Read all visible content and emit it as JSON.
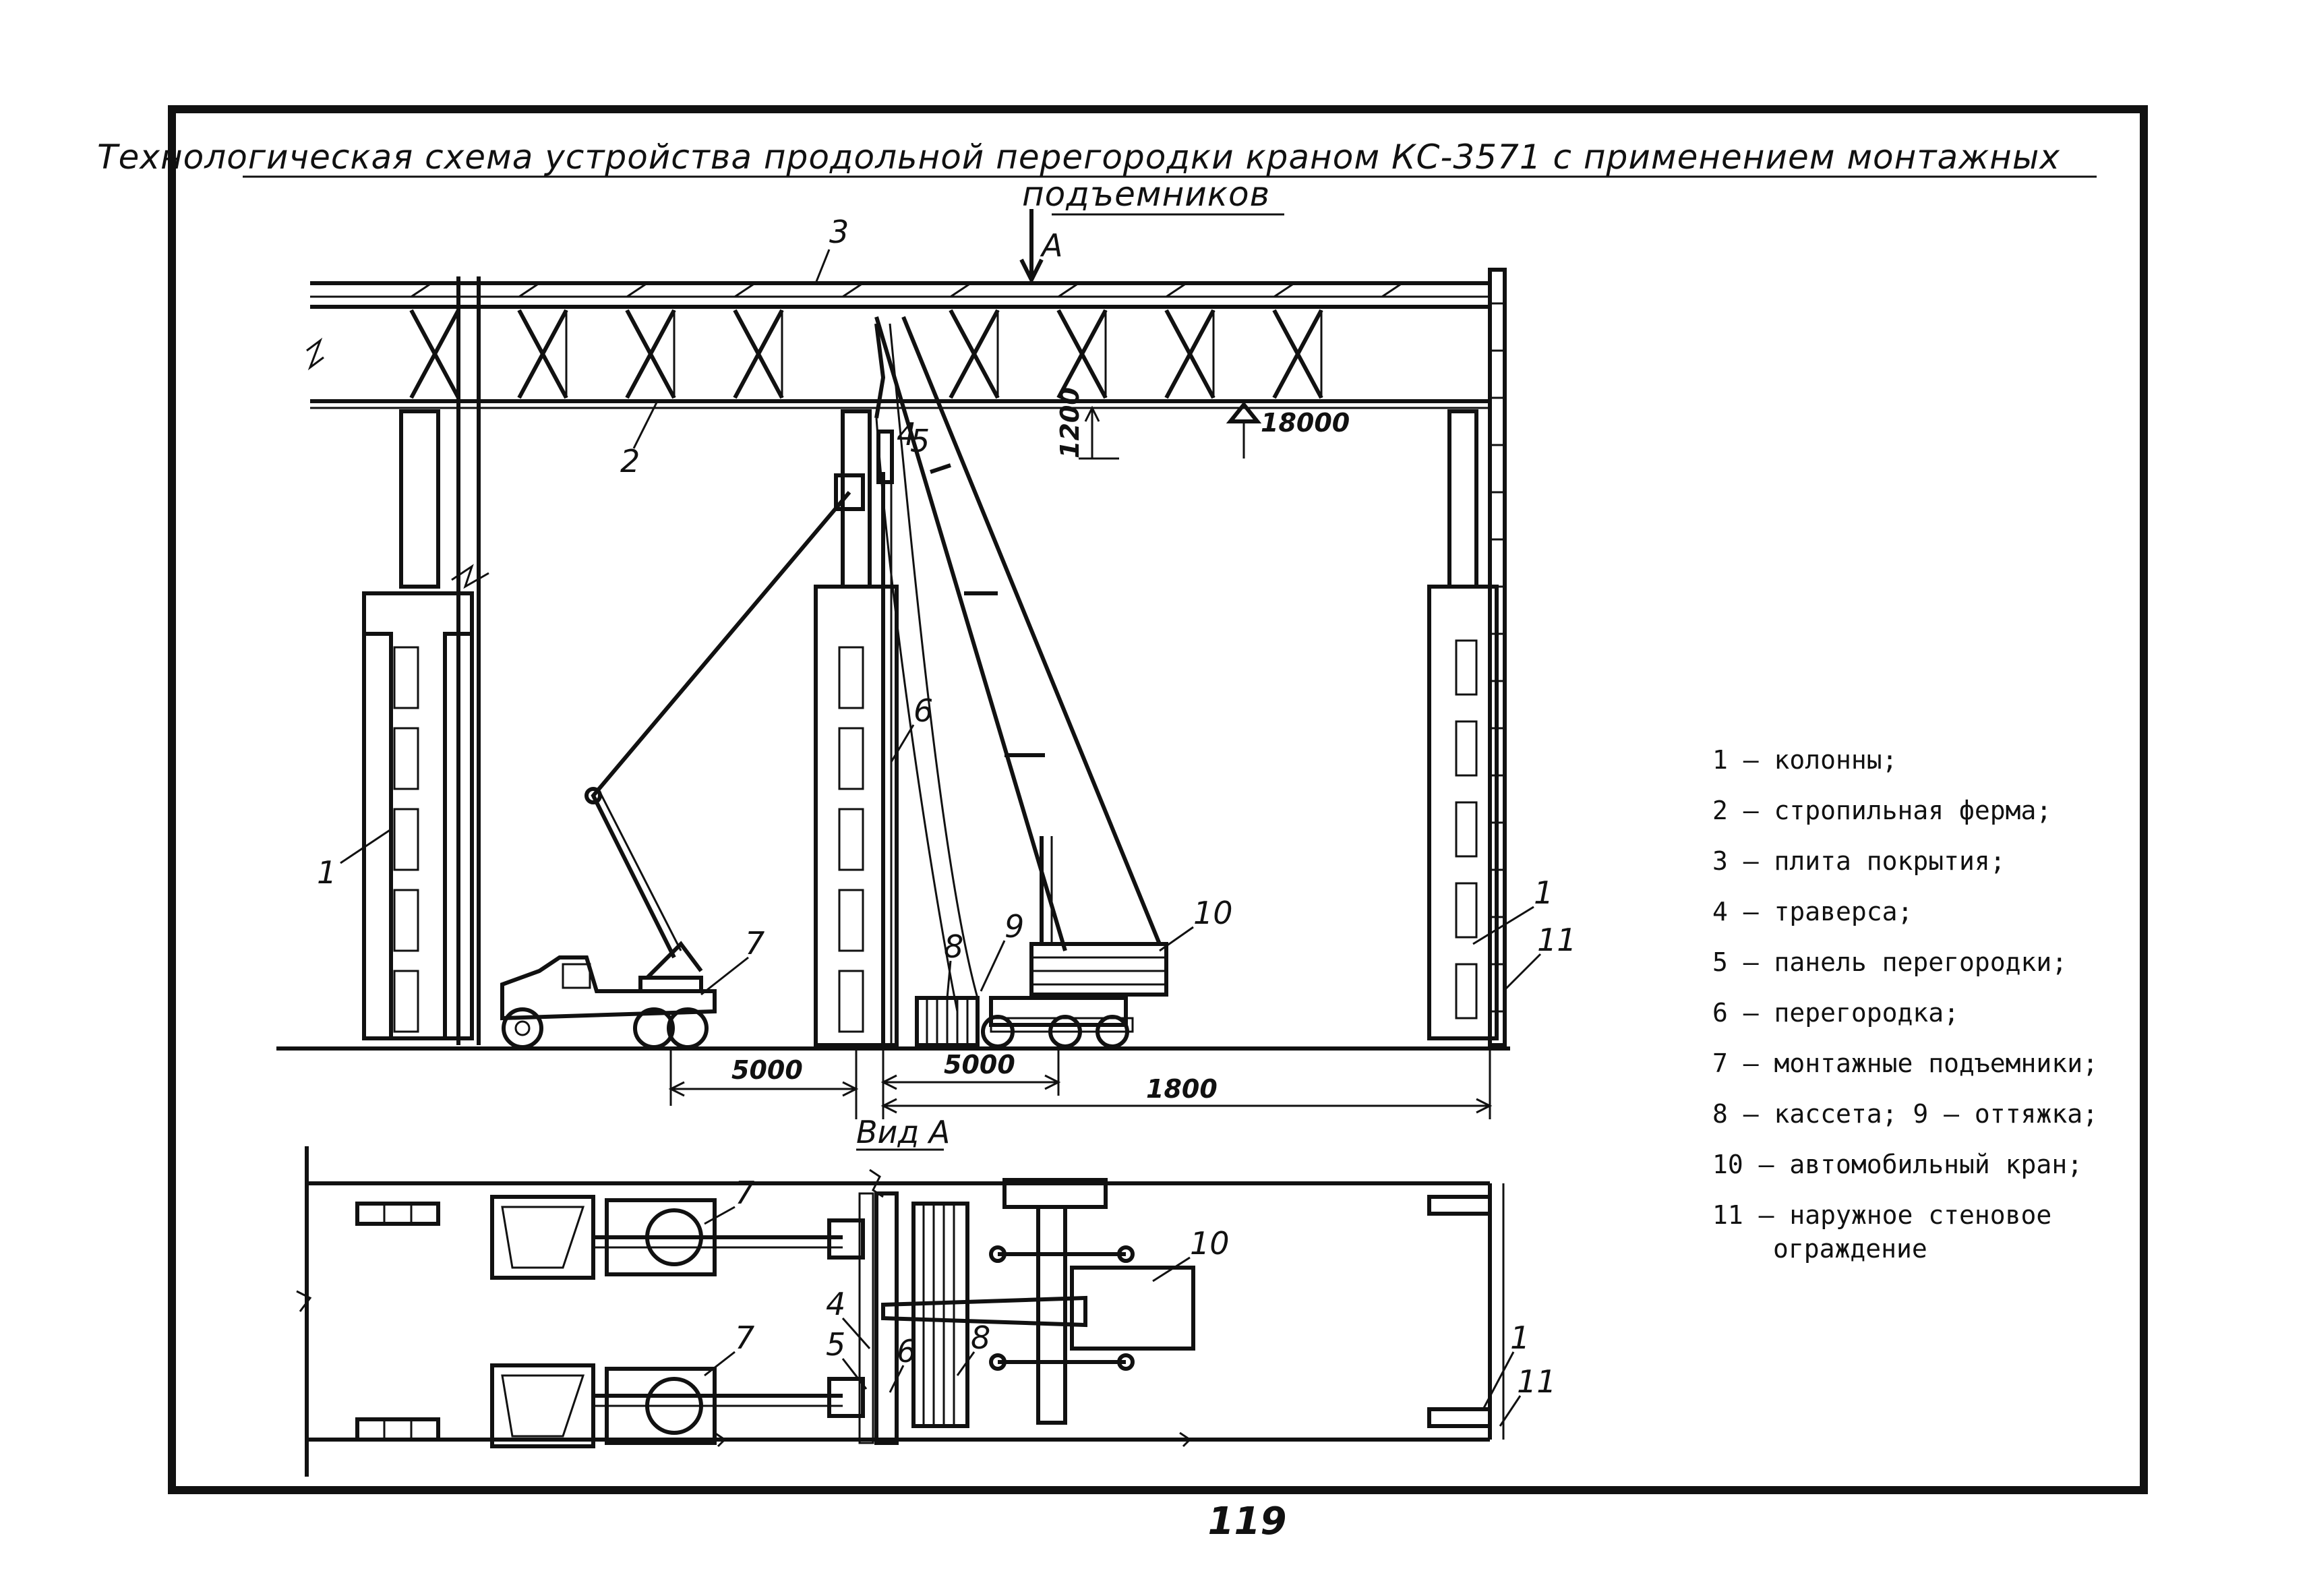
{
  "title": {
    "line1": "Технологическая схема устройства продольной перегородки краном КС-3571 с применением монтажных",
    "line2": "подъемников"
  },
  "callouts": {
    "1": "1",
    "2": "2",
    "3": "3",
    "4": "4",
    "5": "5",
    "6": "6",
    "7": "7",
    "8": "8",
    "9": "9",
    "10": "10",
    "11": "11"
  },
  "section_mark": "A",
  "view_label": "Вид А",
  "dimensions": {
    "height_mark": "18000",
    "clearance": "1200",
    "span1": "5000",
    "span2": "5000",
    "span3": "1800"
  },
  "legend": [
    "1 – колонны;",
    "2 – стропильная ферма;",
    "3 – плита покрытия;",
    "4 – траверса;",
    "5 – панель перегородки;",
    "6 – перегородка;",
    "7 – монтажные подъемники;",
    "8 – кассета; 9 – оттяжка;",
    "10 – автомобильный кран;",
    "11 – наружное стеновое",
    "ограждение"
  ],
  "page_number": "119"
}
